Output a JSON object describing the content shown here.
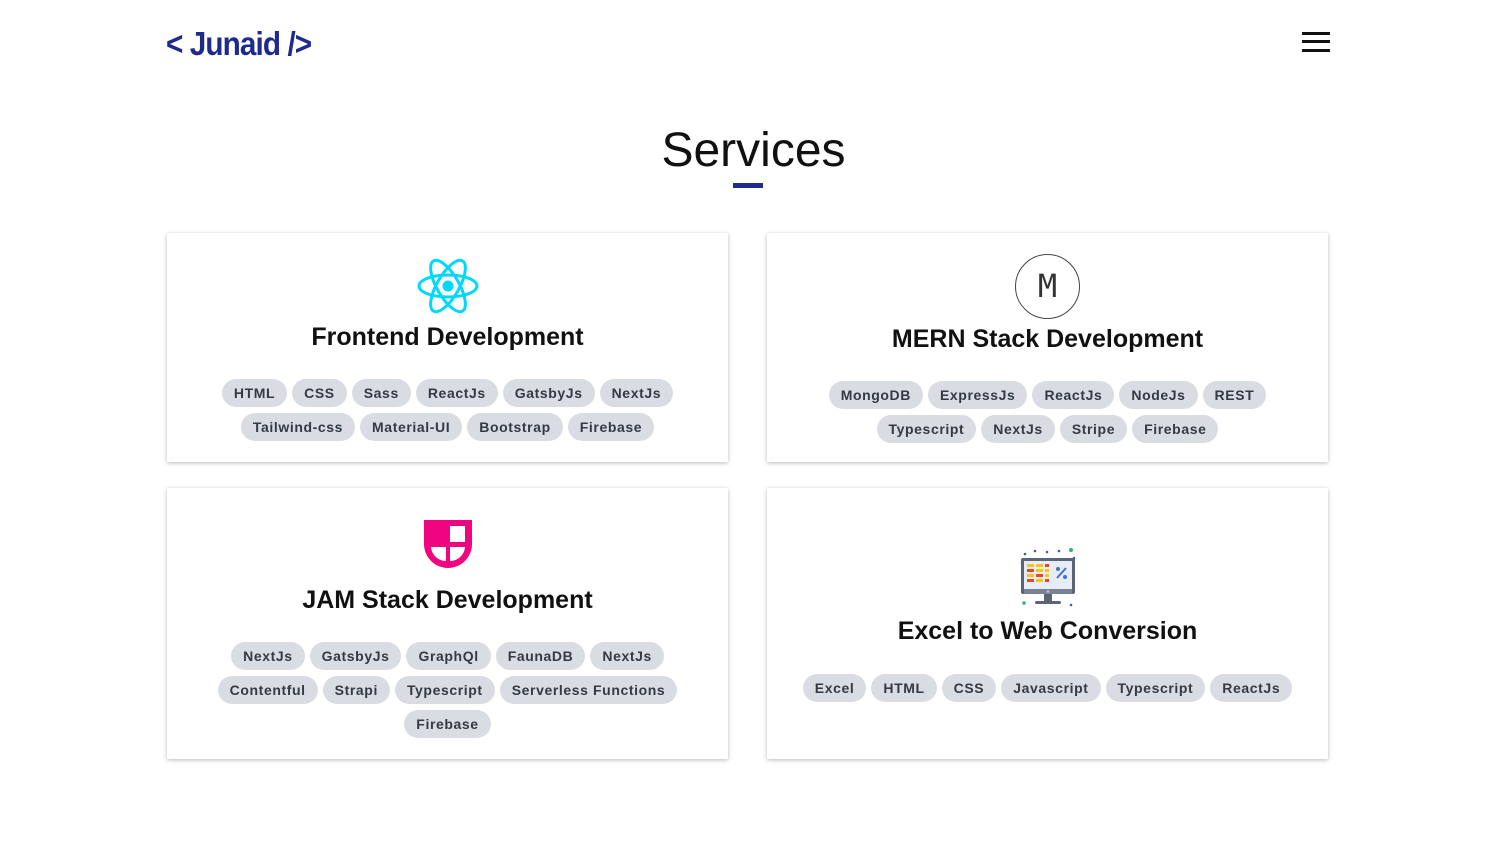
{
  "header": {
    "logo_text": "< Junaid />",
    "menu_icon": "hamburger-menu-icon"
  },
  "section": {
    "title": "Services",
    "accent_color": "#1e2a8c"
  },
  "services": [
    {
      "icon": "react-icon",
      "icon_color": "#00d8ff",
      "title": "Frontend Development",
      "tags": [
        "HTML",
        "CSS",
        "Sass",
        "ReactJs",
        "GatsbyJs",
        "NextJs",
        "Tailwind-css",
        "Material-UI",
        "Bootstrap",
        "Firebase"
      ]
    },
    {
      "icon": "mern-m-icon",
      "icon_letter": "M",
      "title": "MERN Stack Development",
      "tags": [
        "MongoDB",
        "ExpressJs",
        "ReactJs",
        "NodeJs",
        "REST",
        "Typescript",
        "NextJs",
        "Stripe",
        "Firebase"
      ]
    },
    {
      "icon": "jamstack-icon",
      "icon_color": "#f0047f",
      "title": "JAM Stack Development",
      "tags": [
        "NextJs",
        "GatsbyJs",
        "GraphQl",
        "FaunaDB",
        "NextJs",
        "Contentful",
        "Strapi",
        "Typescript",
        "Serverless Functions",
        "Firebase"
      ]
    },
    {
      "icon": "excel-monitor-icon",
      "title": "Excel to Web Conversion",
      "tags": [
        "Excel",
        "HTML",
        "CSS",
        "Javascript",
        "Typescript",
        "ReactJs"
      ]
    }
  ]
}
